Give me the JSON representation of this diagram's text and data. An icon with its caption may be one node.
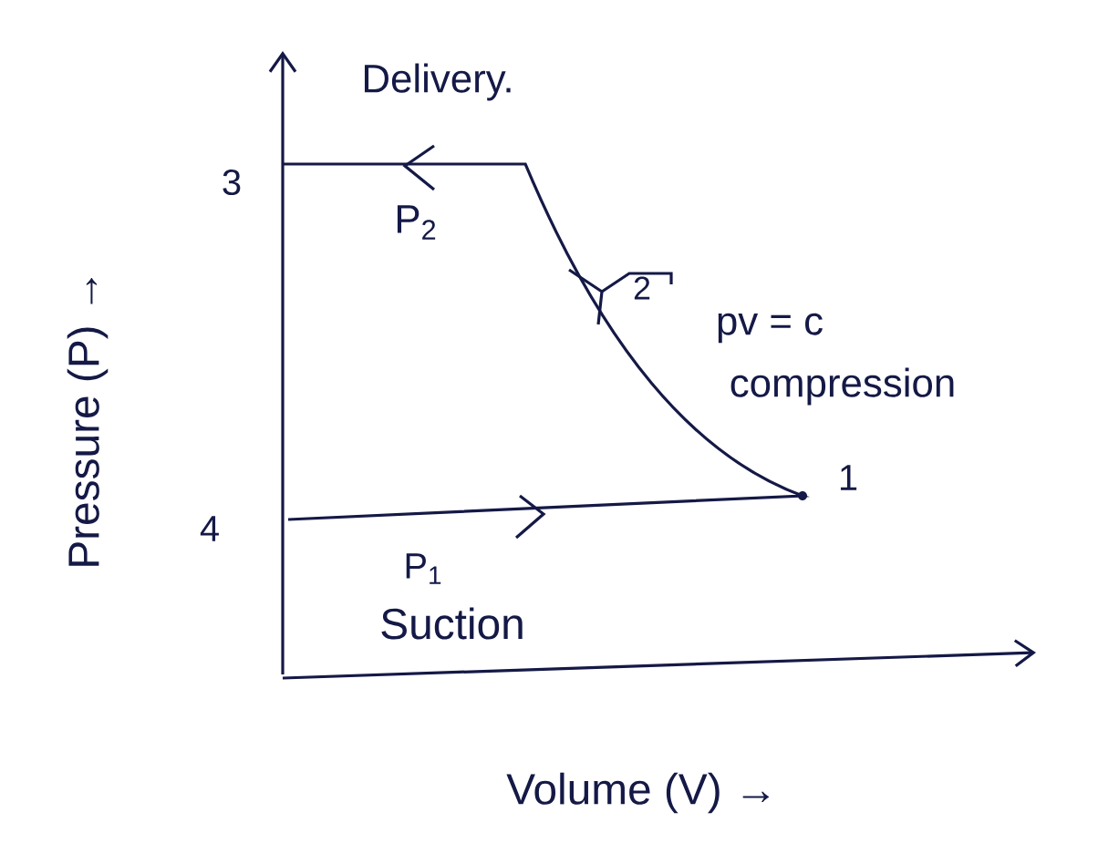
{
  "diagram": {
    "labels": [
      "Delivery.",
      "3",
      "P$_{2}$",
      "2",
      "pv = c",
      "compression",
      "4",
      "1",
      "P$_{1}$",
      "Suction",
      "Pressure (P) →",
      "Volume (V) →"
    ]
  }
}
